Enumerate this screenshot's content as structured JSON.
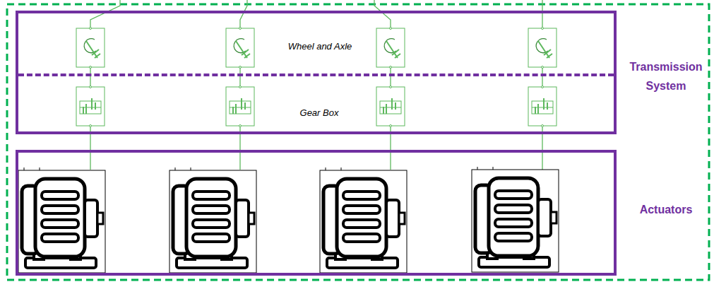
{
  "diagram": {
    "nodes": [
      {
        "text": [
          "Transmission System"
        ]
      },
      {
        "text": [
          "Wheel and Axle"
        ],
        "in": 0
      },
      {
        "text": [
          "Gear Box"
        ],
        "in": 0
      },
      {
        "text": [
          "Actuators"
        ]
      }
    ]
  }
}
